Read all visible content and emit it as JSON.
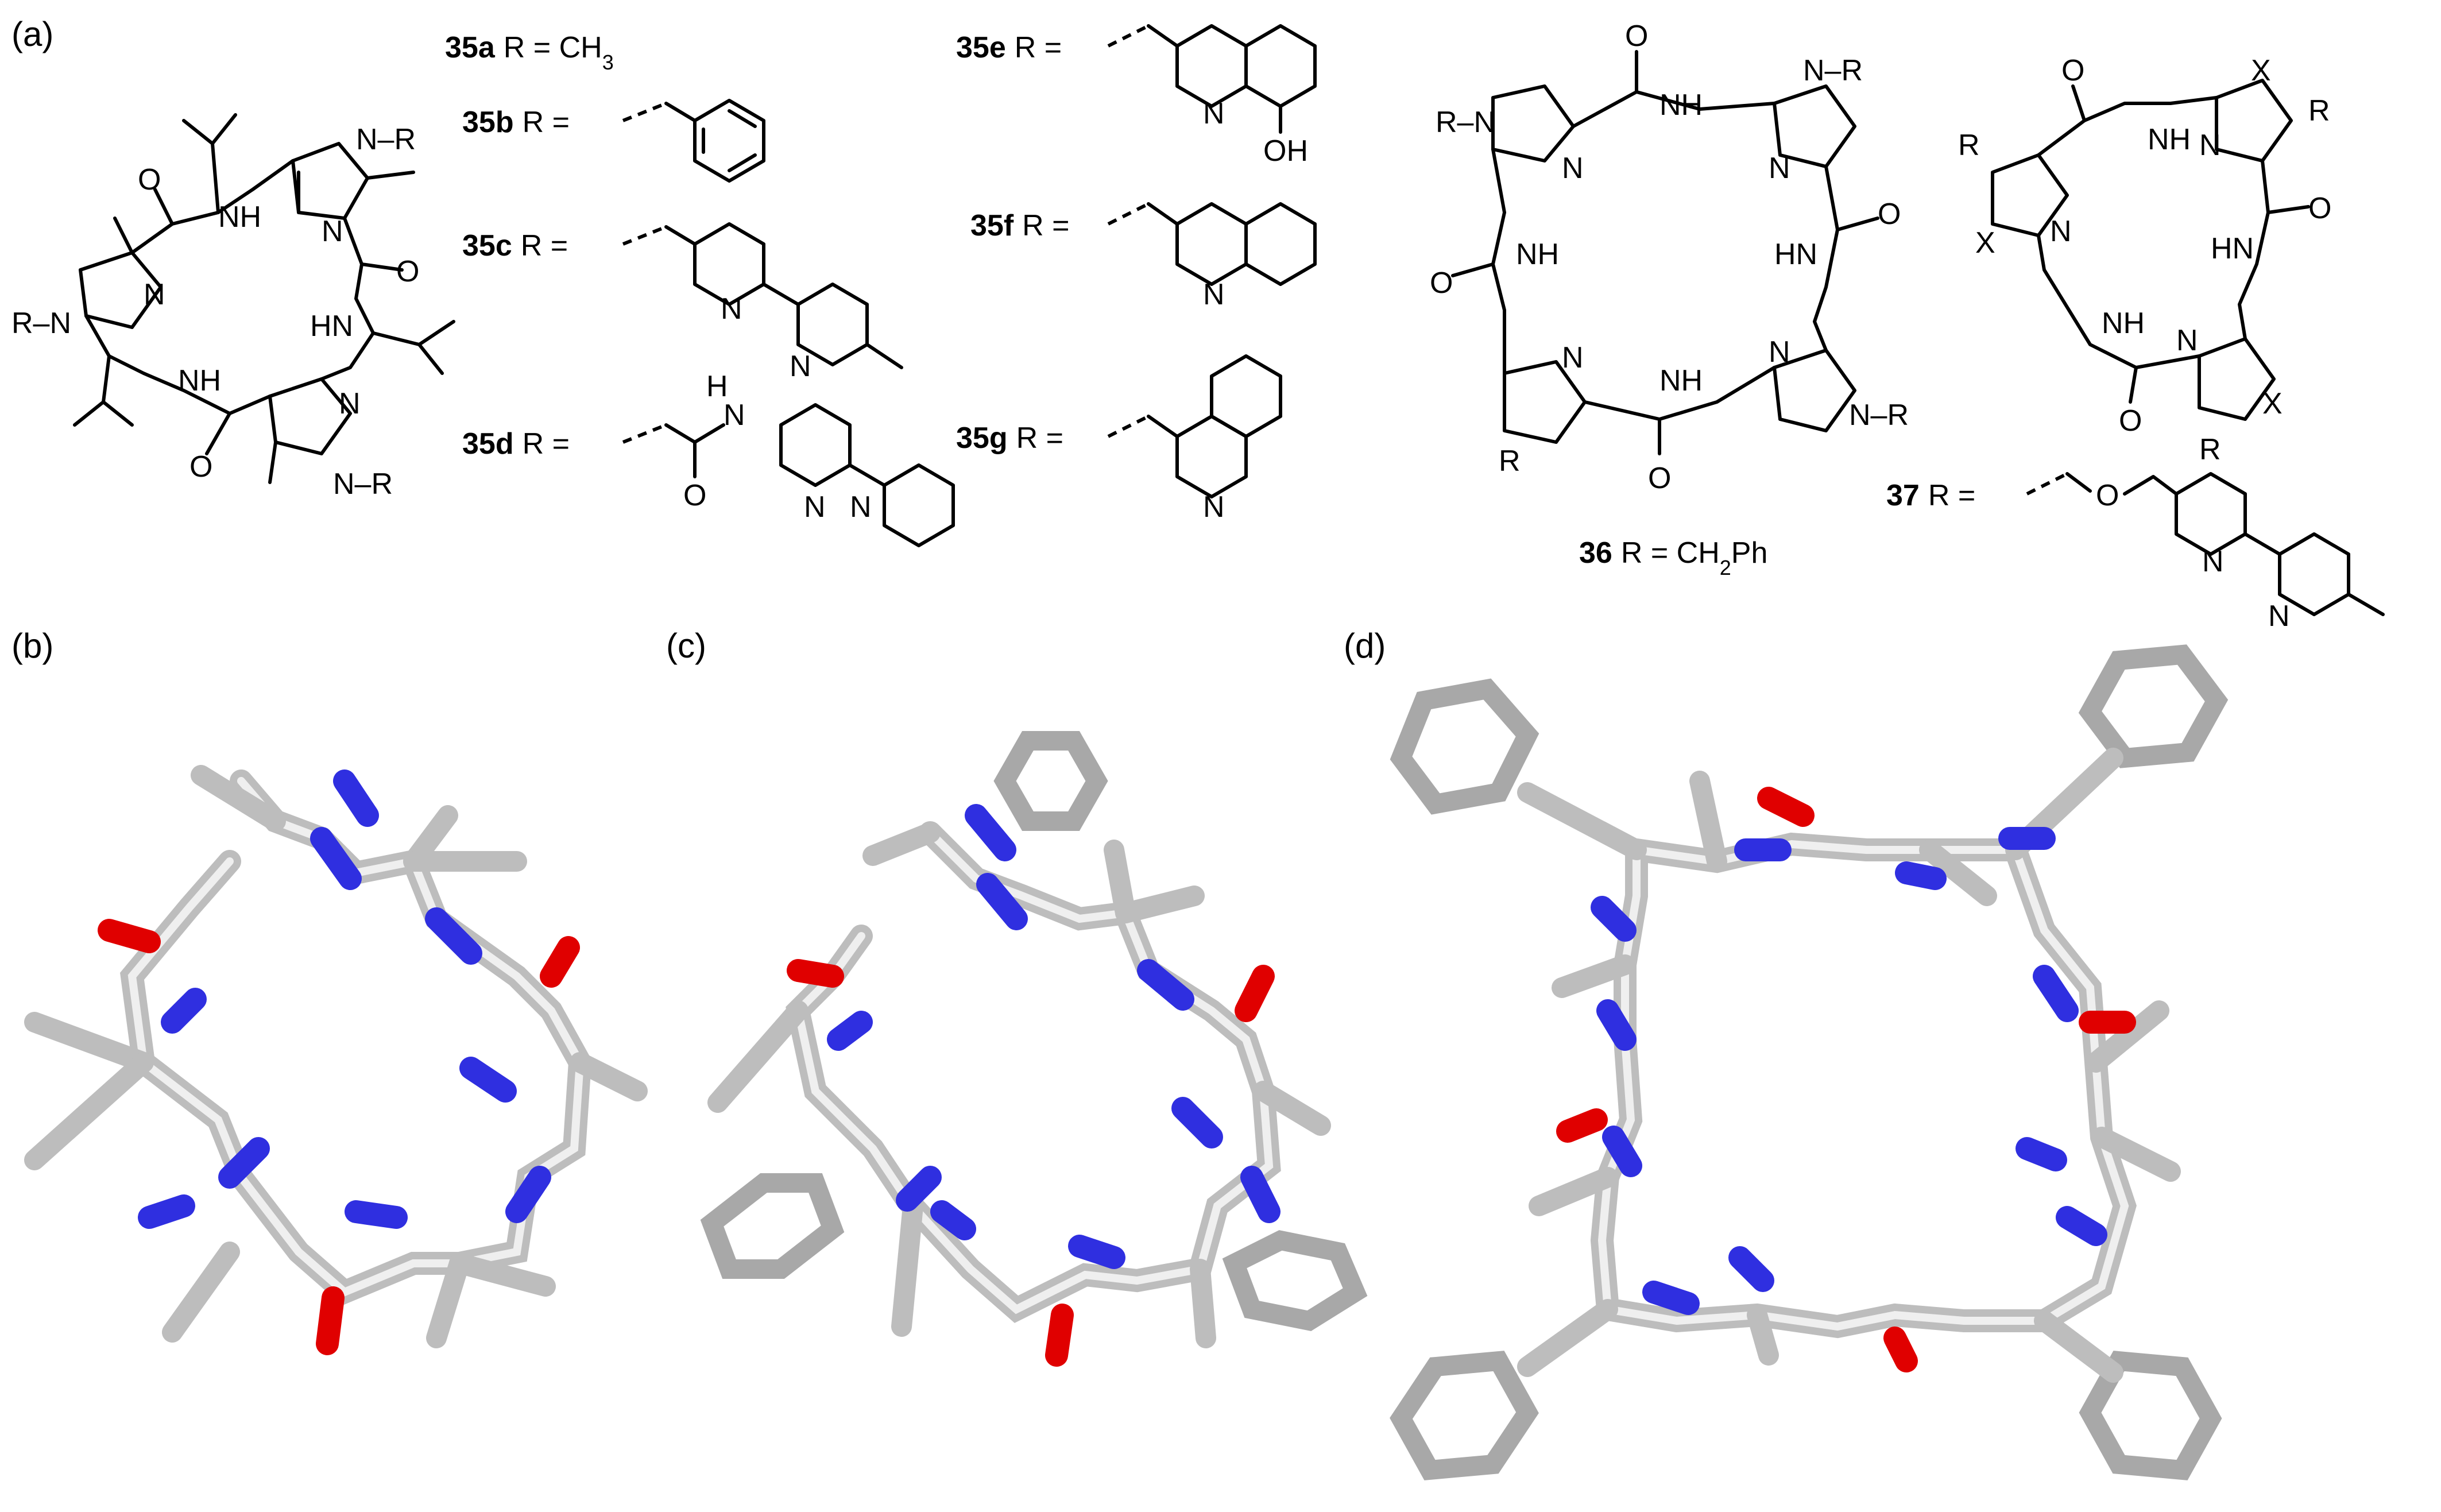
{
  "panels": {
    "a": "(a)",
    "b": "(b)",
    "c": "(c)",
    "d": "(d)"
  },
  "substituents": [
    {
      "id": "35a",
      "eq": "R = CH",
      "sub": "3"
    },
    {
      "id": "35b",
      "eq": "R ="
    },
    {
      "id": "35c",
      "eq": "R ="
    },
    {
      "id": "35d",
      "eq": "R ="
    },
    {
      "id": "35e",
      "eq": "R ="
    },
    {
      "id": "35f",
      "eq": "R ="
    },
    {
      "id": "35g",
      "eq": "R ="
    }
  ],
  "compound36": {
    "id": "36",
    "eq": "R = CH",
    "sub": "2",
    "tail": "Ph"
  },
  "compound37": {
    "id": "37",
    "eq": "R ="
  },
  "atoms": {
    "NH": "NH",
    "HN": "HN",
    "N": "N",
    "H": "H",
    "O": "O",
    "R": "R",
    "NR": "N–R",
    "RN": "R–N",
    "X": "X",
    "OH": "OH"
  },
  "colors": {
    "carbon": "#c8c8c8",
    "carbon_shade": "#8a8a8a",
    "nitrogen": "#2f2fe0",
    "oxygen": "#e00000",
    "hydrogen": "#e8e8e8"
  }
}
